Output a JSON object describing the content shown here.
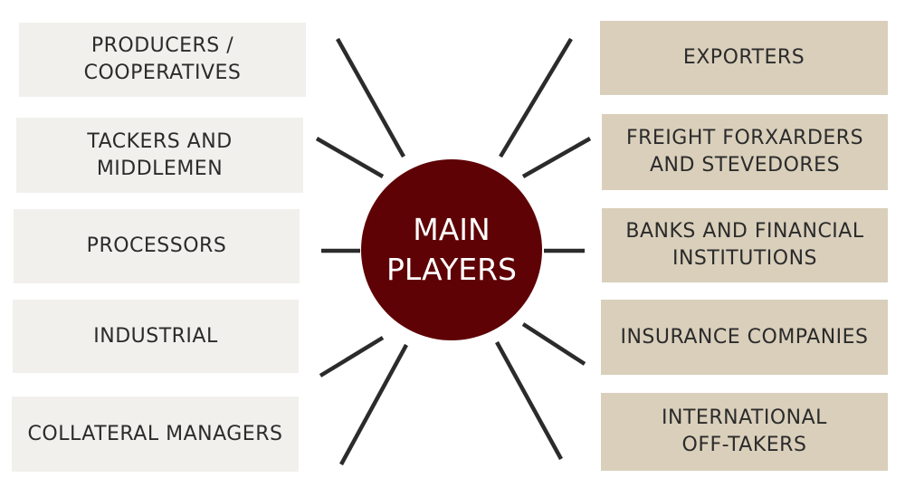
{
  "center": {
    "label": "MAIN\nPLAYERS",
    "color": "#5e0206"
  },
  "left_items": [
    {
      "label": "PRODUCERS /\nCOOPERATIVES"
    },
    {
      "label": "TACKERS AND\nMIDDLEMEN"
    },
    {
      "label": "PROCESSORS"
    },
    {
      "label": "INDUSTRIAL"
    },
    {
      "label": "COLLATERAL MANAGERS"
    }
  ],
  "right_items": [
    {
      "label": "EXPORTERS"
    },
    {
      "label": "FREIGHT FORXARDERS\nAND STEVEDORES"
    },
    {
      "label": "BANKS AND FINANCIAL\nINSTITUTIONS"
    },
    {
      "label": "INSURANCE COMPANIES"
    },
    {
      "label": "INTERNATIONAL\nOFF-TAKERS"
    }
  ],
  "colors": {
    "left_box": "#f1f0ed",
    "right_box": "#d9cfbb",
    "ray": "#2b2b2b",
    "text": "#2b2b2b"
  }
}
